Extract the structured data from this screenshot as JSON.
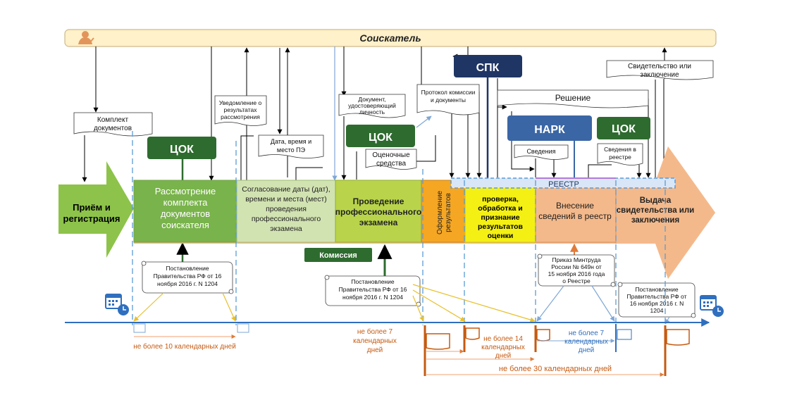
{
  "header": {
    "title": "Соискатель",
    "icon": "applicant-icon"
  },
  "colors": {
    "header_bg": "#fff1c9",
    "header_border": "#cfb98a",
    "green_dark": "#2e6b2f",
    "blue_dark": "#1f3564",
    "blue_mid": "#3b66a5",
    "arrow_main": "#8dc34a",
    "stage_green": "#79b34b",
    "stage_lightgreen": "#d2e3b2",
    "stage_lime": "#b9d44a",
    "stage_orange": "#f5a623",
    "stage_yellow": "#f4f014",
    "stage_salmon": "#f4b98b",
    "timeline_blue": "#2f6fbf",
    "flag_orange": "#c55a11",
    "dashed_blue": "#5b9bd5"
  },
  "orgs": {
    "tsok1": "ЦОК",
    "tsok2": "ЦОК",
    "tsok3": "ЦОК",
    "spk": "СПК",
    "nark": "НАРК",
    "commission": "Комиссия",
    "registry": "РЕЕСТР"
  },
  "stages": [
    {
      "lines": [
        "Приём и",
        "регистрация"
      ]
    },
    {
      "lines": [
        "Рассмотрение",
        "комплекта",
        "документов",
        "соискателя"
      ]
    },
    {
      "lines": [
        "Согласование  даты (дат),",
        "времени  и места (мест)",
        "проведения",
        "профессионального",
        "экзамена"
      ]
    },
    {
      "lines": [
        "Проведение",
        "профессионального",
        "экзамена"
      ]
    },
    {
      "lines": [
        "Оформление",
        "результатов"
      ]
    },
    {
      "lines": [
        "проверка,",
        "обработка и",
        "признание",
        "результатов",
        "оценки"
      ]
    },
    {
      "lines": [
        "Внесение",
        "сведений в реестр"
      ]
    },
    {
      "lines": [
        "Выдача",
        "свидетельства или",
        "заключения"
      ]
    }
  ],
  "docs": {
    "komplekt": [
      "Комплект",
      "документов"
    ],
    "uvedomlenie": [
      "Уведомление о",
      "результатах",
      "рассмотрения"
    ],
    "data_vremya": [
      "Дата, время и",
      "место ПЭ"
    ],
    "dokument": [
      "Документ,",
      "удостоверяющий",
      "личность"
    ],
    "otsenochnye": [
      "Оценочные",
      "средства"
    ],
    "protokol": [
      "Протокол комиссии",
      "и документы"
    ],
    "reshenie": [
      "Решение"
    ],
    "svedeniya": [
      "Сведения"
    ],
    "svedeniya_reestr": [
      "Сведения в",
      "реестре"
    ],
    "svidetelstvo": [
      "Свидетельство или",
      "заключение"
    ]
  },
  "regulations": {
    "post1": [
      "Постановление",
      "Правительства РФ от 16",
      "ноября 2016 г. N 1204"
    ],
    "post2": [
      "Постановление",
      "Правительства РФ от 16",
      "ноября 2016 г. N 1204"
    ],
    "prikaz": [
      "Приказ Минтруда",
      "России № 649н от",
      "15 ноября 2016 года",
      "о Реестре"
    ],
    "post3": [
      "Постановление",
      "Правительства РФ от",
      "16 ноября 2016 г. N",
      "1204"
    ]
  },
  "deadlines": {
    "d10": "не более 10 календарных дней",
    "d7a": [
      "не более 7",
      "календарных",
      "дней"
    ],
    "d14": [
      "не более 14",
      "календарных",
      "дней"
    ],
    "d7b": [
      "не более 7",
      "календарных",
      "дней"
    ],
    "d30": "не более 30 календарных дней"
  }
}
